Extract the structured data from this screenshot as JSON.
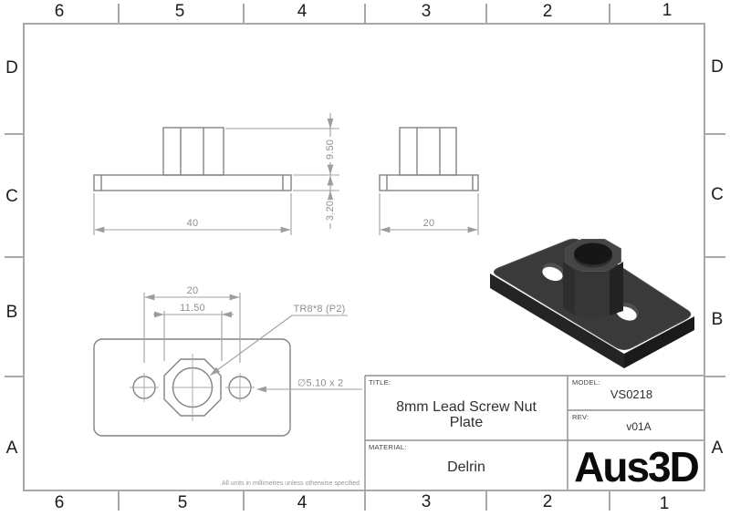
{
  "grid": {
    "cols": [
      "6",
      "5",
      "4",
      "3",
      "2",
      "1"
    ],
    "rows": [
      "D",
      "C",
      "B",
      "A"
    ]
  },
  "note": "All units in millimetres unless otherwise specified",
  "dims": {
    "front_width": "40",
    "boss_height": "9.50",
    "plate_thickness": "3.20",
    "side_width": "20",
    "hole_spacing": "20",
    "nut_flats": "11.50",
    "thread_callout": "TR8*8 (P2)",
    "hole_callout": "∅5.10 x 2"
  },
  "title_block": {
    "title_label": "TITLE:",
    "title": "8mm Lead Screw Nut Plate",
    "model_label": "MODEL:",
    "model": "VS0218",
    "rev_label": "REV:",
    "rev": "v01A",
    "material_label": "MATERIAL:",
    "material": "Delrin",
    "logo": "Aus3D"
  },
  "colors": {
    "frame": "#a8a8a8",
    "view_line": "#838383",
    "dim_line": "#a0a0a0",
    "part_dark": "#2a2a2a"
  }
}
